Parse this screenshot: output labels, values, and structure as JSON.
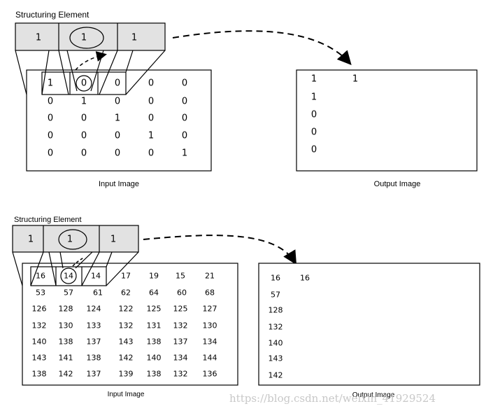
{
  "top": {
    "se_label": "Structuring Element",
    "se_values": [
      "1",
      "1",
      "1"
    ],
    "input_rows": [
      [
        "1",
        "0",
        "0",
        "0",
        "0"
      ],
      [
        "0",
        "1",
        "0",
        "0",
        "0"
      ],
      [
        "0",
        "0",
        "1",
        "0",
        "0"
      ],
      [
        "0",
        "0",
        "0",
        "1",
        "0"
      ],
      [
        "0",
        "0",
        "0",
        "0",
        "1"
      ]
    ],
    "input_caption": "Input Image",
    "output_first_row": [
      "1",
      "1"
    ],
    "output_col": [
      "1",
      "0",
      "0",
      "0"
    ],
    "output_caption": "Output Image"
  },
  "bottom": {
    "se_label": "Structuring Element",
    "se_values": [
      "1",
      "1",
      "1"
    ],
    "input_rows": [
      [
        "16",
        "14",
        "14",
        "17",
        "19",
        "15",
        "21"
      ],
      [
        "53",
        "57",
        "61",
        "62",
        "64",
        "60",
        "68"
      ],
      [
        "126",
        "128",
        "124",
        "122",
        "125",
        "125",
        "127"
      ],
      [
        "132",
        "130",
        "133",
        "132",
        "131",
        "132",
        "130"
      ],
      [
        "140",
        "138",
        "137",
        "143",
        "138",
        "137",
        "134"
      ],
      [
        "143",
        "141",
        "138",
        "142",
        "140",
        "134",
        "144"
      ],
      [
        "138",
        "142",
        "137",
        "139",
        "138",
        "132",
        "136"
      ]
    ],
    "input_caption": "Input Image",
    "output_first_row": [
      "16",
      "16"
    ],
    "output_col": [
      "57",
      "128",
      "132",
      "140",
      "143",
      "142"
    ],
    "output_caption": "Output Image"
  },
  "watermark": "https://blog.csdn.net/weixin_41929524"
}
